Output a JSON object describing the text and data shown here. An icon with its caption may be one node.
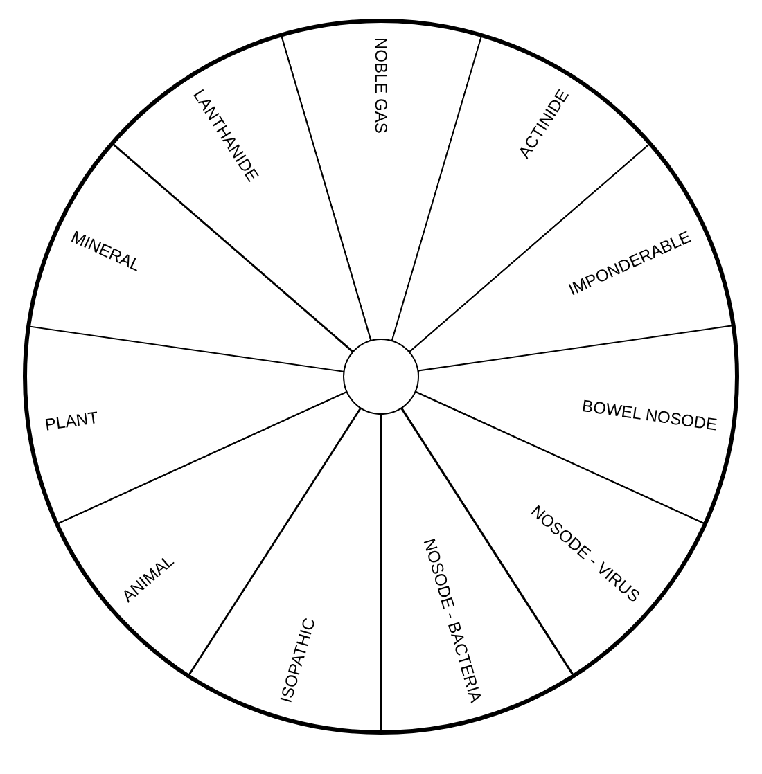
{
  "diagram": {
    "nodes": [
      {
        "text": [
          "NOBLE GAS"
        ]
      },
      {
        "text": [
          "ACTINIDE"
        ]
      },
      {
        "text": [
          "IMPONDERABLE"
        ]
      },
      {
        "text": [
          "BOWEL NOSODE"
        ]
      },
      {
        "text": [
          "NOSODE - VIRUS"
        ]
      },
      {
        "text": [
          "NOSODE - BACTERIA"
        ]
      },
      {
        "text": [
          "ISOPATHIC"
        ]
      },
      {
        "text": [
          "ANIMAL"
        ]
      },
      {
        "text": [
          "PLANT"
        ]
      },
      {
        "text": [
          "MINERAL"
        ]
      },
      {
        "text": [
          "LANTHANIDE"
        ]
      },
      {
        "text": [],
        "shape": "circle"
      }
    ]
  }
}
